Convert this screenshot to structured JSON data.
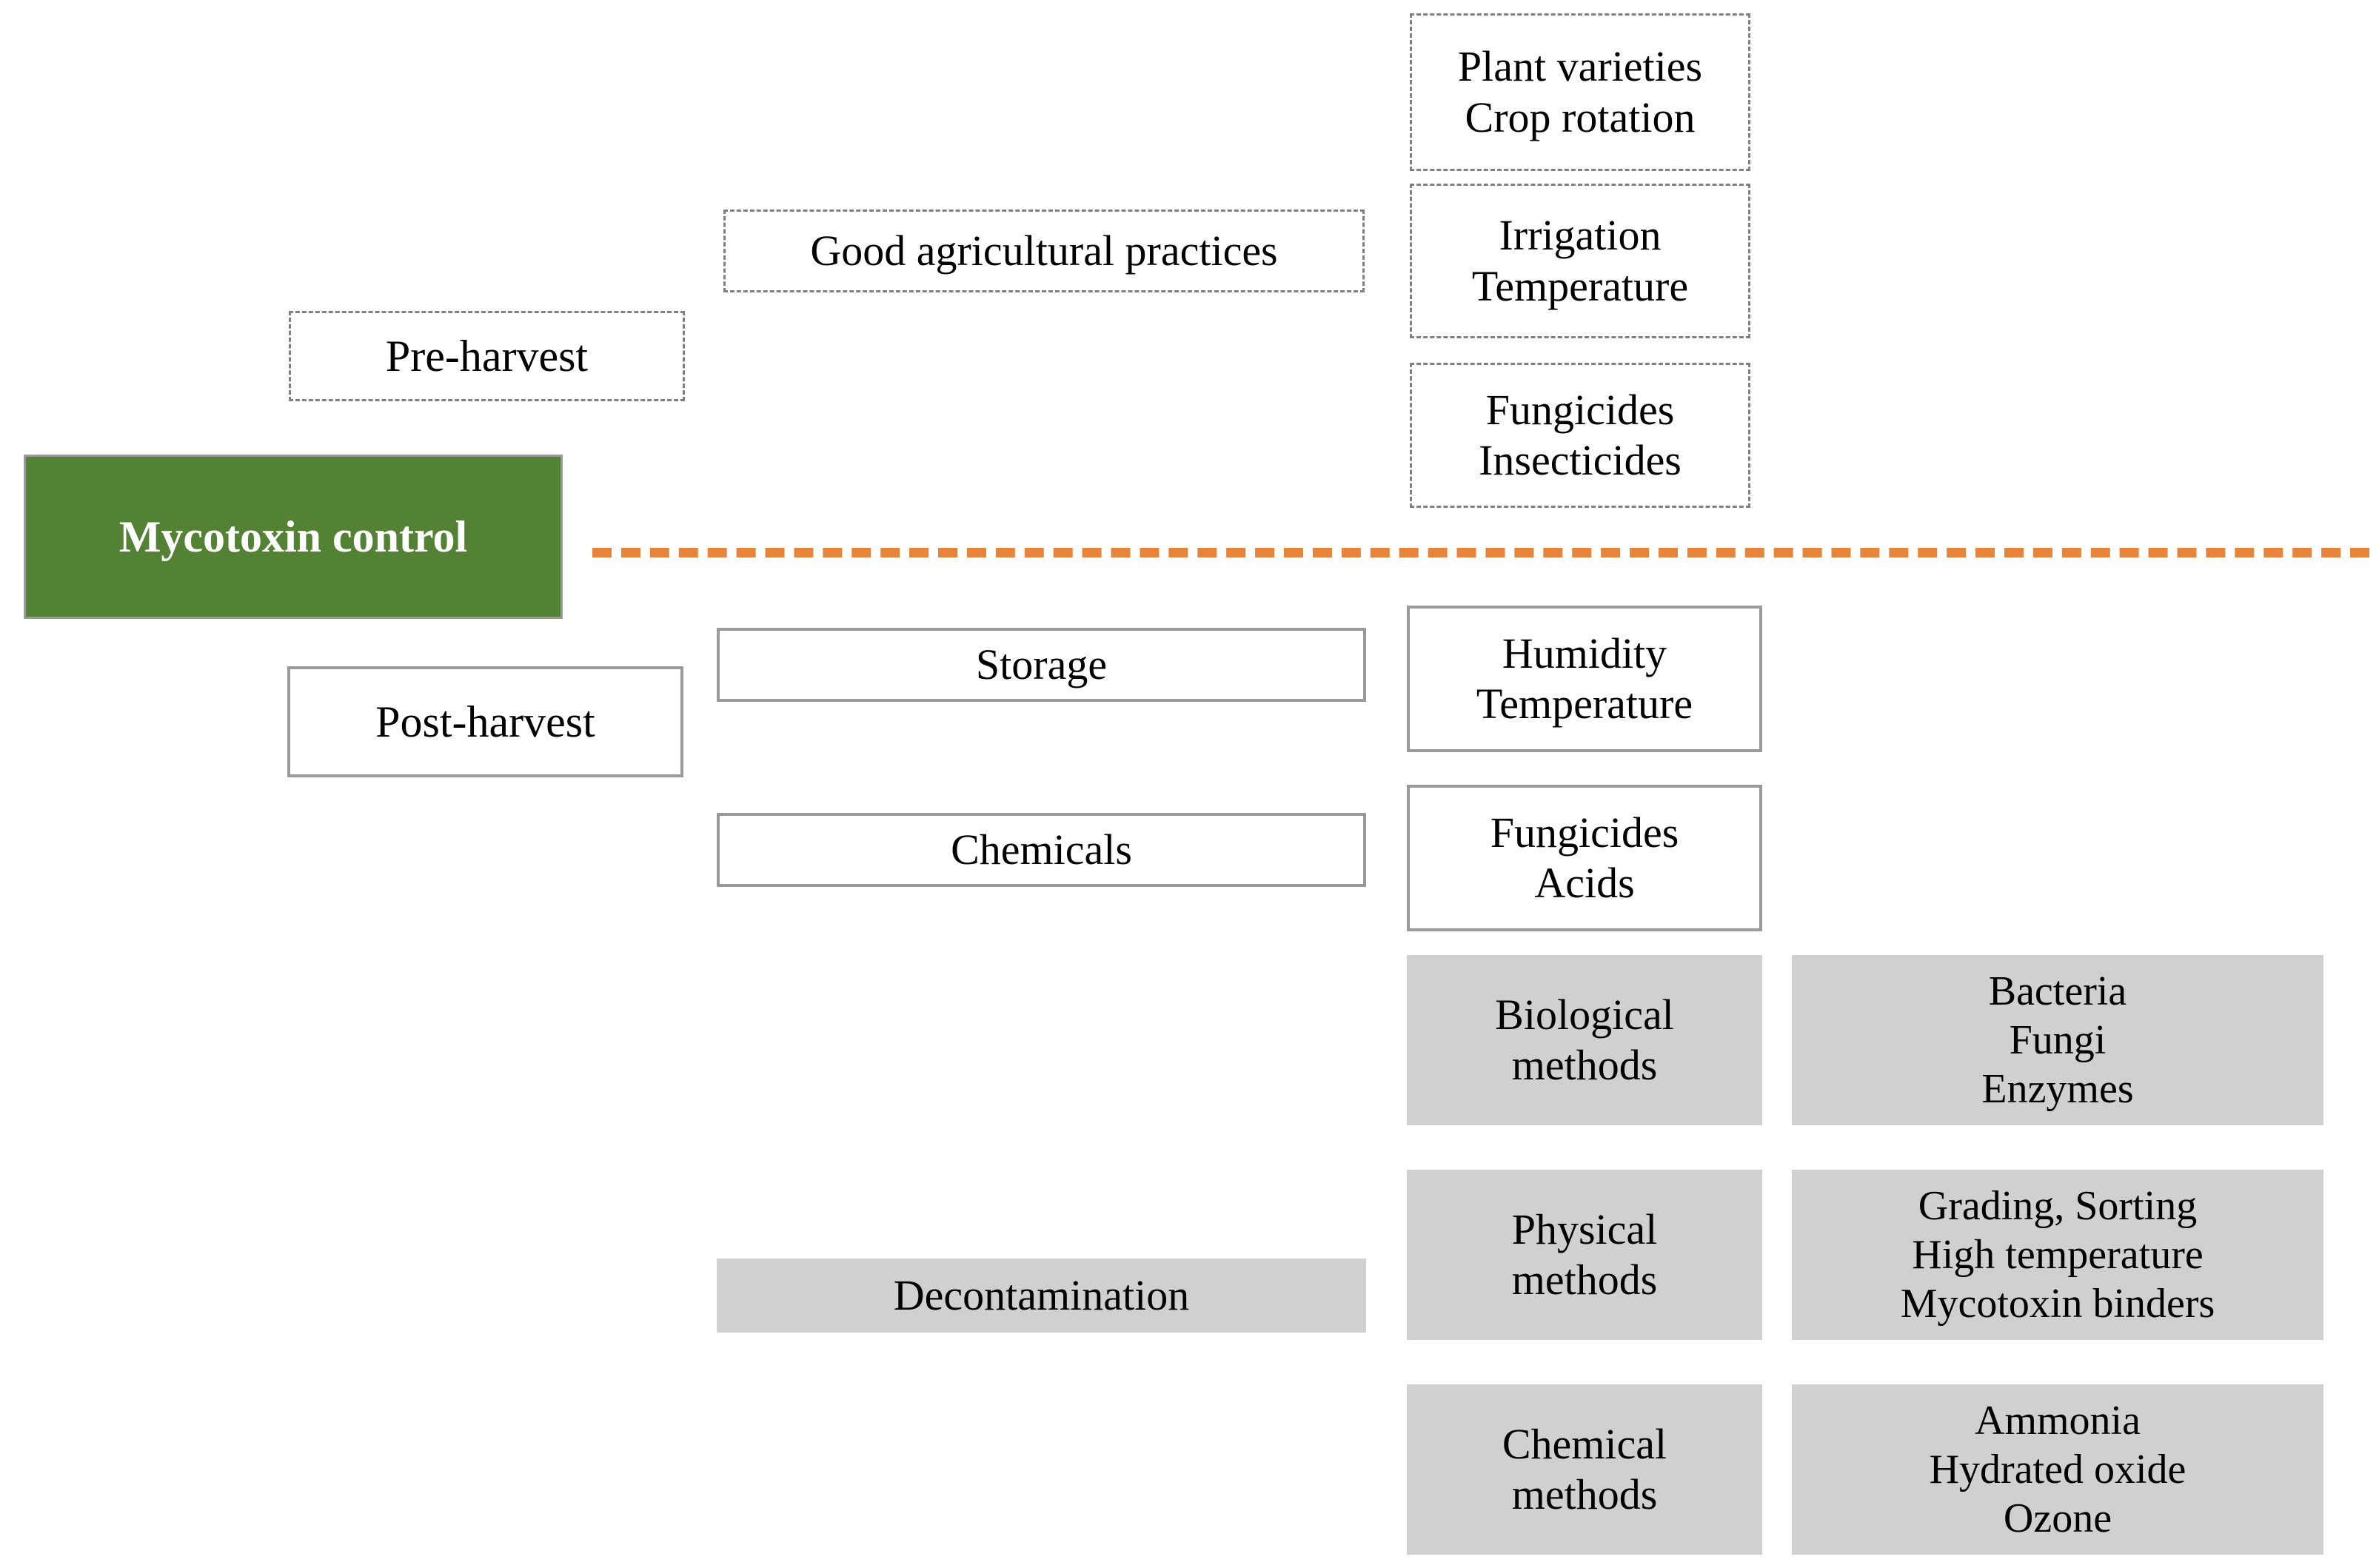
{
  "diagram": {
    "title_node": {
      "label": "Mycotoxin control"
    },
    "divider": {
      "style": "dashed",
      "color": "#e8833a"
    },
    "colors": {
      "root_fill": "#548235",
      "root_text": "#ffffff",
      "grey_fill": "#d0d0d0",
      "dashed_border": "#808080",
      "solid_border": "#9a9a9a",
      "divider": "#e8833a"
    },
    "branches": [
      {
        "name": "pre-harvest",
        "stage": {
          "label": "Pre-harvest"
        },
        "categories": [
          {
            "label": "Good agricultural practices",
            "details": [
              {
                "label": "Plant varieties\nCrop rotation"
              },
              {
                "label": "Irrigation\nTemperature"
              },
              {
                "label": "Fungicides\nInsecticides"
              }
            ]
          }
        ]
      },
      {
        "name": "post-harvest",
        "stage": {
          "label": "Post-harvest"
        },
        "categories": [
          {
            "label": "Storage",
            "details": [
              {
                "label": "Humidity\nTemperature"
              }
            ]
          },
          {
            "label": "Chemicals",
            "details": [
              {
                "label": "Fungicides\nAcids"
              }
            ]
          },
          {
            "label": "Decontamination",
            "methods": [
              {
                "label": "Biological\nmethods",
                "examples": {
                  "label": "Bacteria\nFungi\nEnzymes"
                }
              },
              {
                "label": "Physical\nmethods",
                "examples": {
                  "label": "Grading,  Sorting\nHigh temperature\nMycotoxin binders"
                }
              },
              {
                "label": "Chemical\nmethods",
                "examples": {
                  "label": "Ammonia\nHydrated oxide\nOzone"
                }
              }
            ]
          }
        ]
      }
    ]
  }
}
